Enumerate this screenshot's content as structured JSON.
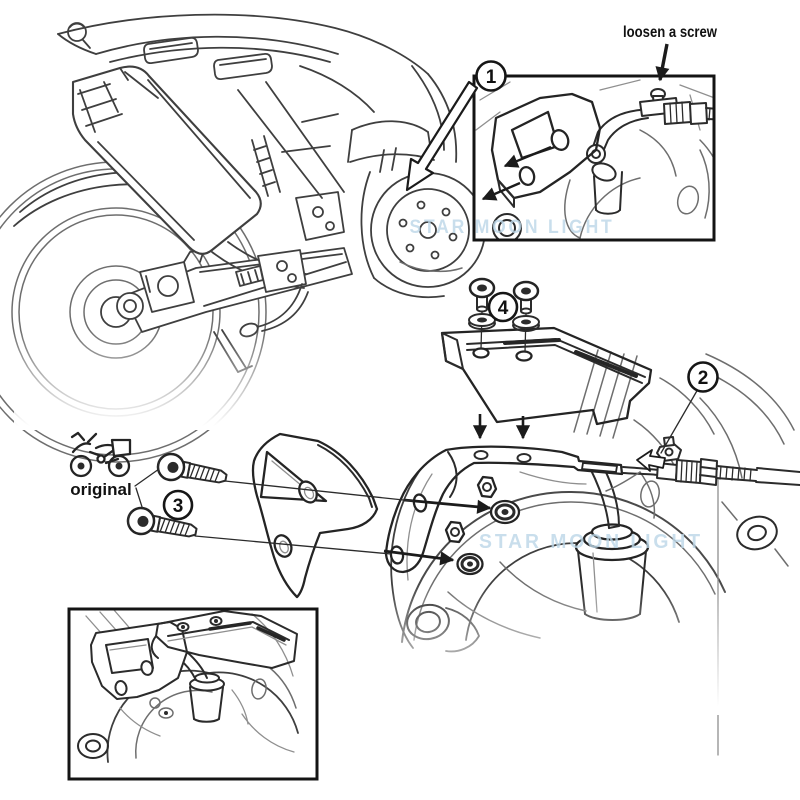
{
  "diagram": {
    "type": "motorcycle accessory installation instructions",
    "annotations": {
      "loosen_screw": "loosen a screw",
      "original": "original"
    },
    "callouts": [
      {
        "number": "1"
      },
      {
        "number": "2"
      },
      {
        "number": "3"
      },
      {
        "number": "4"
      }
    ],
    "watermarks": [
      {
        "text": "STAR MOON LIGHT"
      },
      {
        "text": "STAR MOON LIGHT"
      }
    ],
    "colors": {
      "background": "#ffffff",
      "line": "#2b2b2b",
      "line_light": "#6e6e6e",
      "part_gray": "#c5c5c5",
      "part_gray_dark": "#a6a6a6",
      "watermark_blue": "#bcd7e8",
      "border": "#141414"
    }
  }
}
